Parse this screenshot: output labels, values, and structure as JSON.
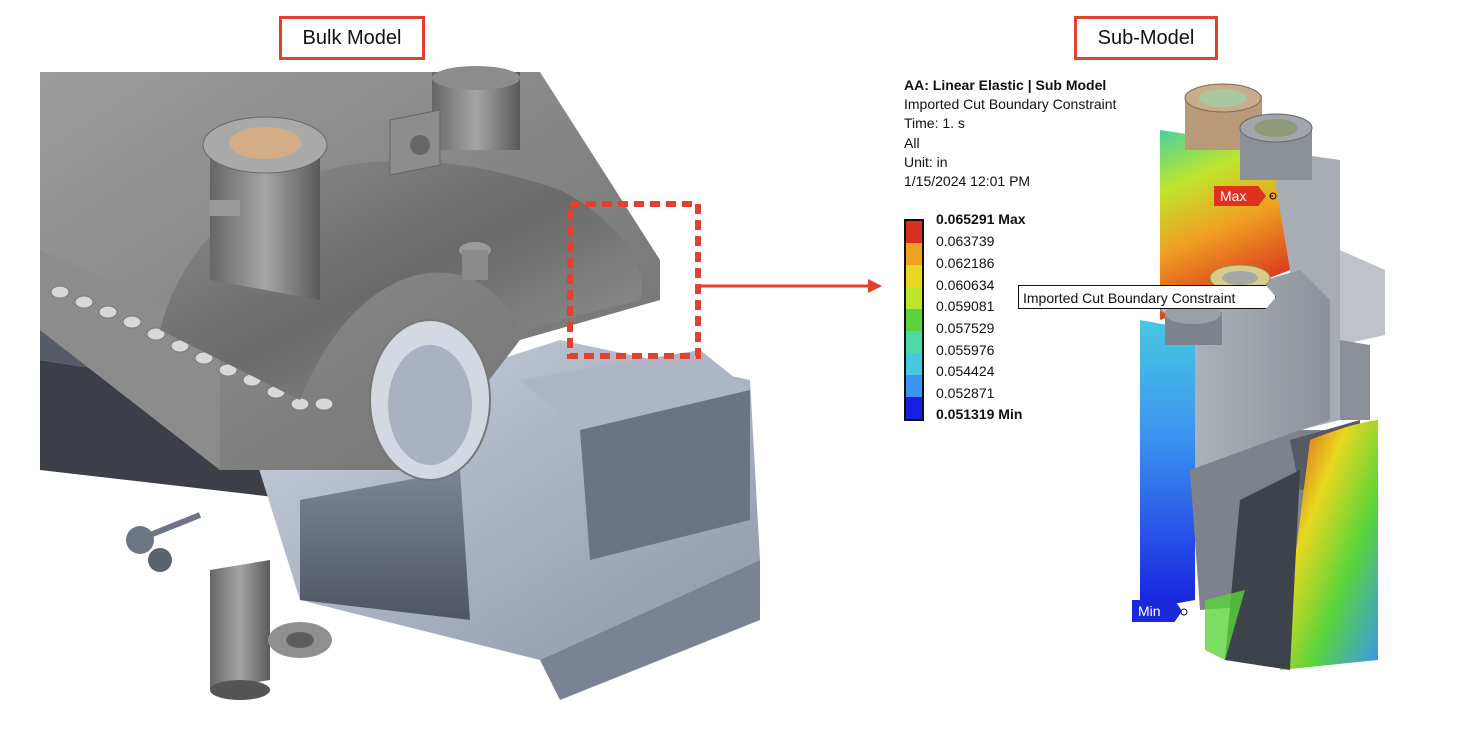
{
  "labels": {
    "bulk_model": "Bulk Model",
    "sub_model": "Sub-Model"
  },
  "legend": {
    "title": "AA: Linear Elastic | Sub Model",
    "lines": [
      "Imported Cut Boundary Constraint",
      "Time: 1. s",
      "All",
      "Unit: in",
      "1/15/2024 12:01 PM"
    ],
    "max_label": "0.065291 Max",
    "min_label": "0.051319 Min",
    "values": [
      "0.063739",
      "0.062186",
      "0.060634",
      "0.059081",
      "0.057529",
      "0.055976",
      "0.054424",
      "0.052871"
    ],
    "colors": [
      "#d8301e",
      "#f0a023",
      "#e8d820",
      "#bfe62c",
      "#5ad43a",
      "#4ed9a6",
      "#47c8e0",
      "#3c94f0",
      "#1620e0"
    ]
  },
  "tags": {
    "max": "Max",
    "min": "Min",
    "constraint": "Imported Cut Boundary Constraint"
  },
  "colors": {
    "accent_red": "#e2412c",
    "max_tag": "#e0311e",
    "min_tag": "#1a2ad8"
  }
}
